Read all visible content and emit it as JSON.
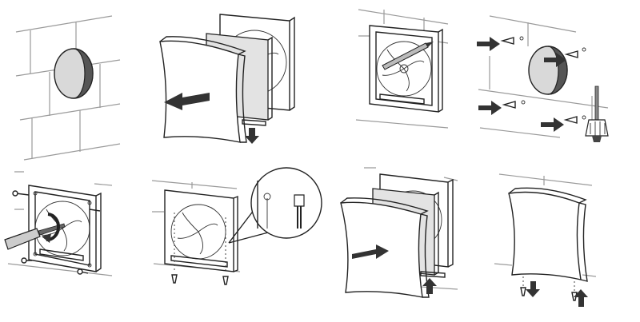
{
  "diagram": {
    "steps": [
      {
        "id": 1,
        "name": "wall-opening"
      },
      {
        "id": 2,
        "name": "remove-front-panel-and-filter"
      },
      {
        "id": 3,
        "name": "mark-mounting-holes"
      },
      {
        "id": 4,
        "name": "drill-and-insert-dowels"
      },
      {
        "id": 5,
        "name": "screw-housing-to-wall"
      },
      {
        "id": 6,
        "name": "connect-cable"
      },
      {
        "id": 7,
        "name": "reinstall-filter-and-panel"
      },
      {
        "id": 8,
        "name": "secure-panel-with-screws"
      }
    ],
    "colors": {
      "line": "#222222",
      "brick": "#9a9a9a",
      "arrow": "#333333",
      "duct_dark": "#555555",
      "duct_light": "#d9d9d9",
      "filter": "#e3e3e3"
    }
  }
}
